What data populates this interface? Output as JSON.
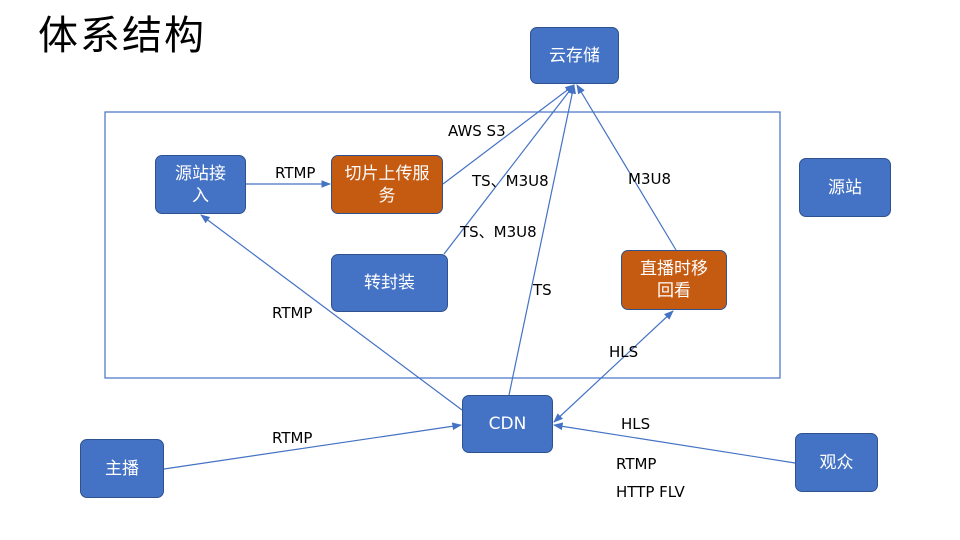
{
  "title": "体系结构",
  "nodes": {
    "cloud_storage": "云存储",
    "origin_ingest": "源站接入",
    "slice_upload": "切片上传服务",
    "transmux": "转封装",
    "timeshift": "直播时移回看",
    "origin": "源站",
    "cdn": "CDN",
    "streamer": "主播",
    "viewer": "观众"
  },
  "edge_labels": {
    "aws_s3": "AWS S3",
    "ingest_to_slice": "RTMP",
    "slice_to_storage": "TS、M3U8",
    "timeshift_to_storage": "M3U8",
    "transmux_to_storage": "TS、M3U8",
    "cdn_to_ingest": "RTMP",
    "cdn_to_storage": "TS",
    "cdn_timeshift": "HLS",
    "streamer_to_cdn": "RTMP",
    "viewer_hls": "HLS",
    "viewer_rtmp": "RTMP",
    "viewer_flv": "HTTP FLV"
  },
  "colors": {
    "node_blue": "#4472C4",
    "node_orange": "#C55A11",
    "node_border": "#2F528F",
    "edge": "#4472C4",
    "text_light": "#FFFFFF",
    "text_dark": "#000000"
  }
}
